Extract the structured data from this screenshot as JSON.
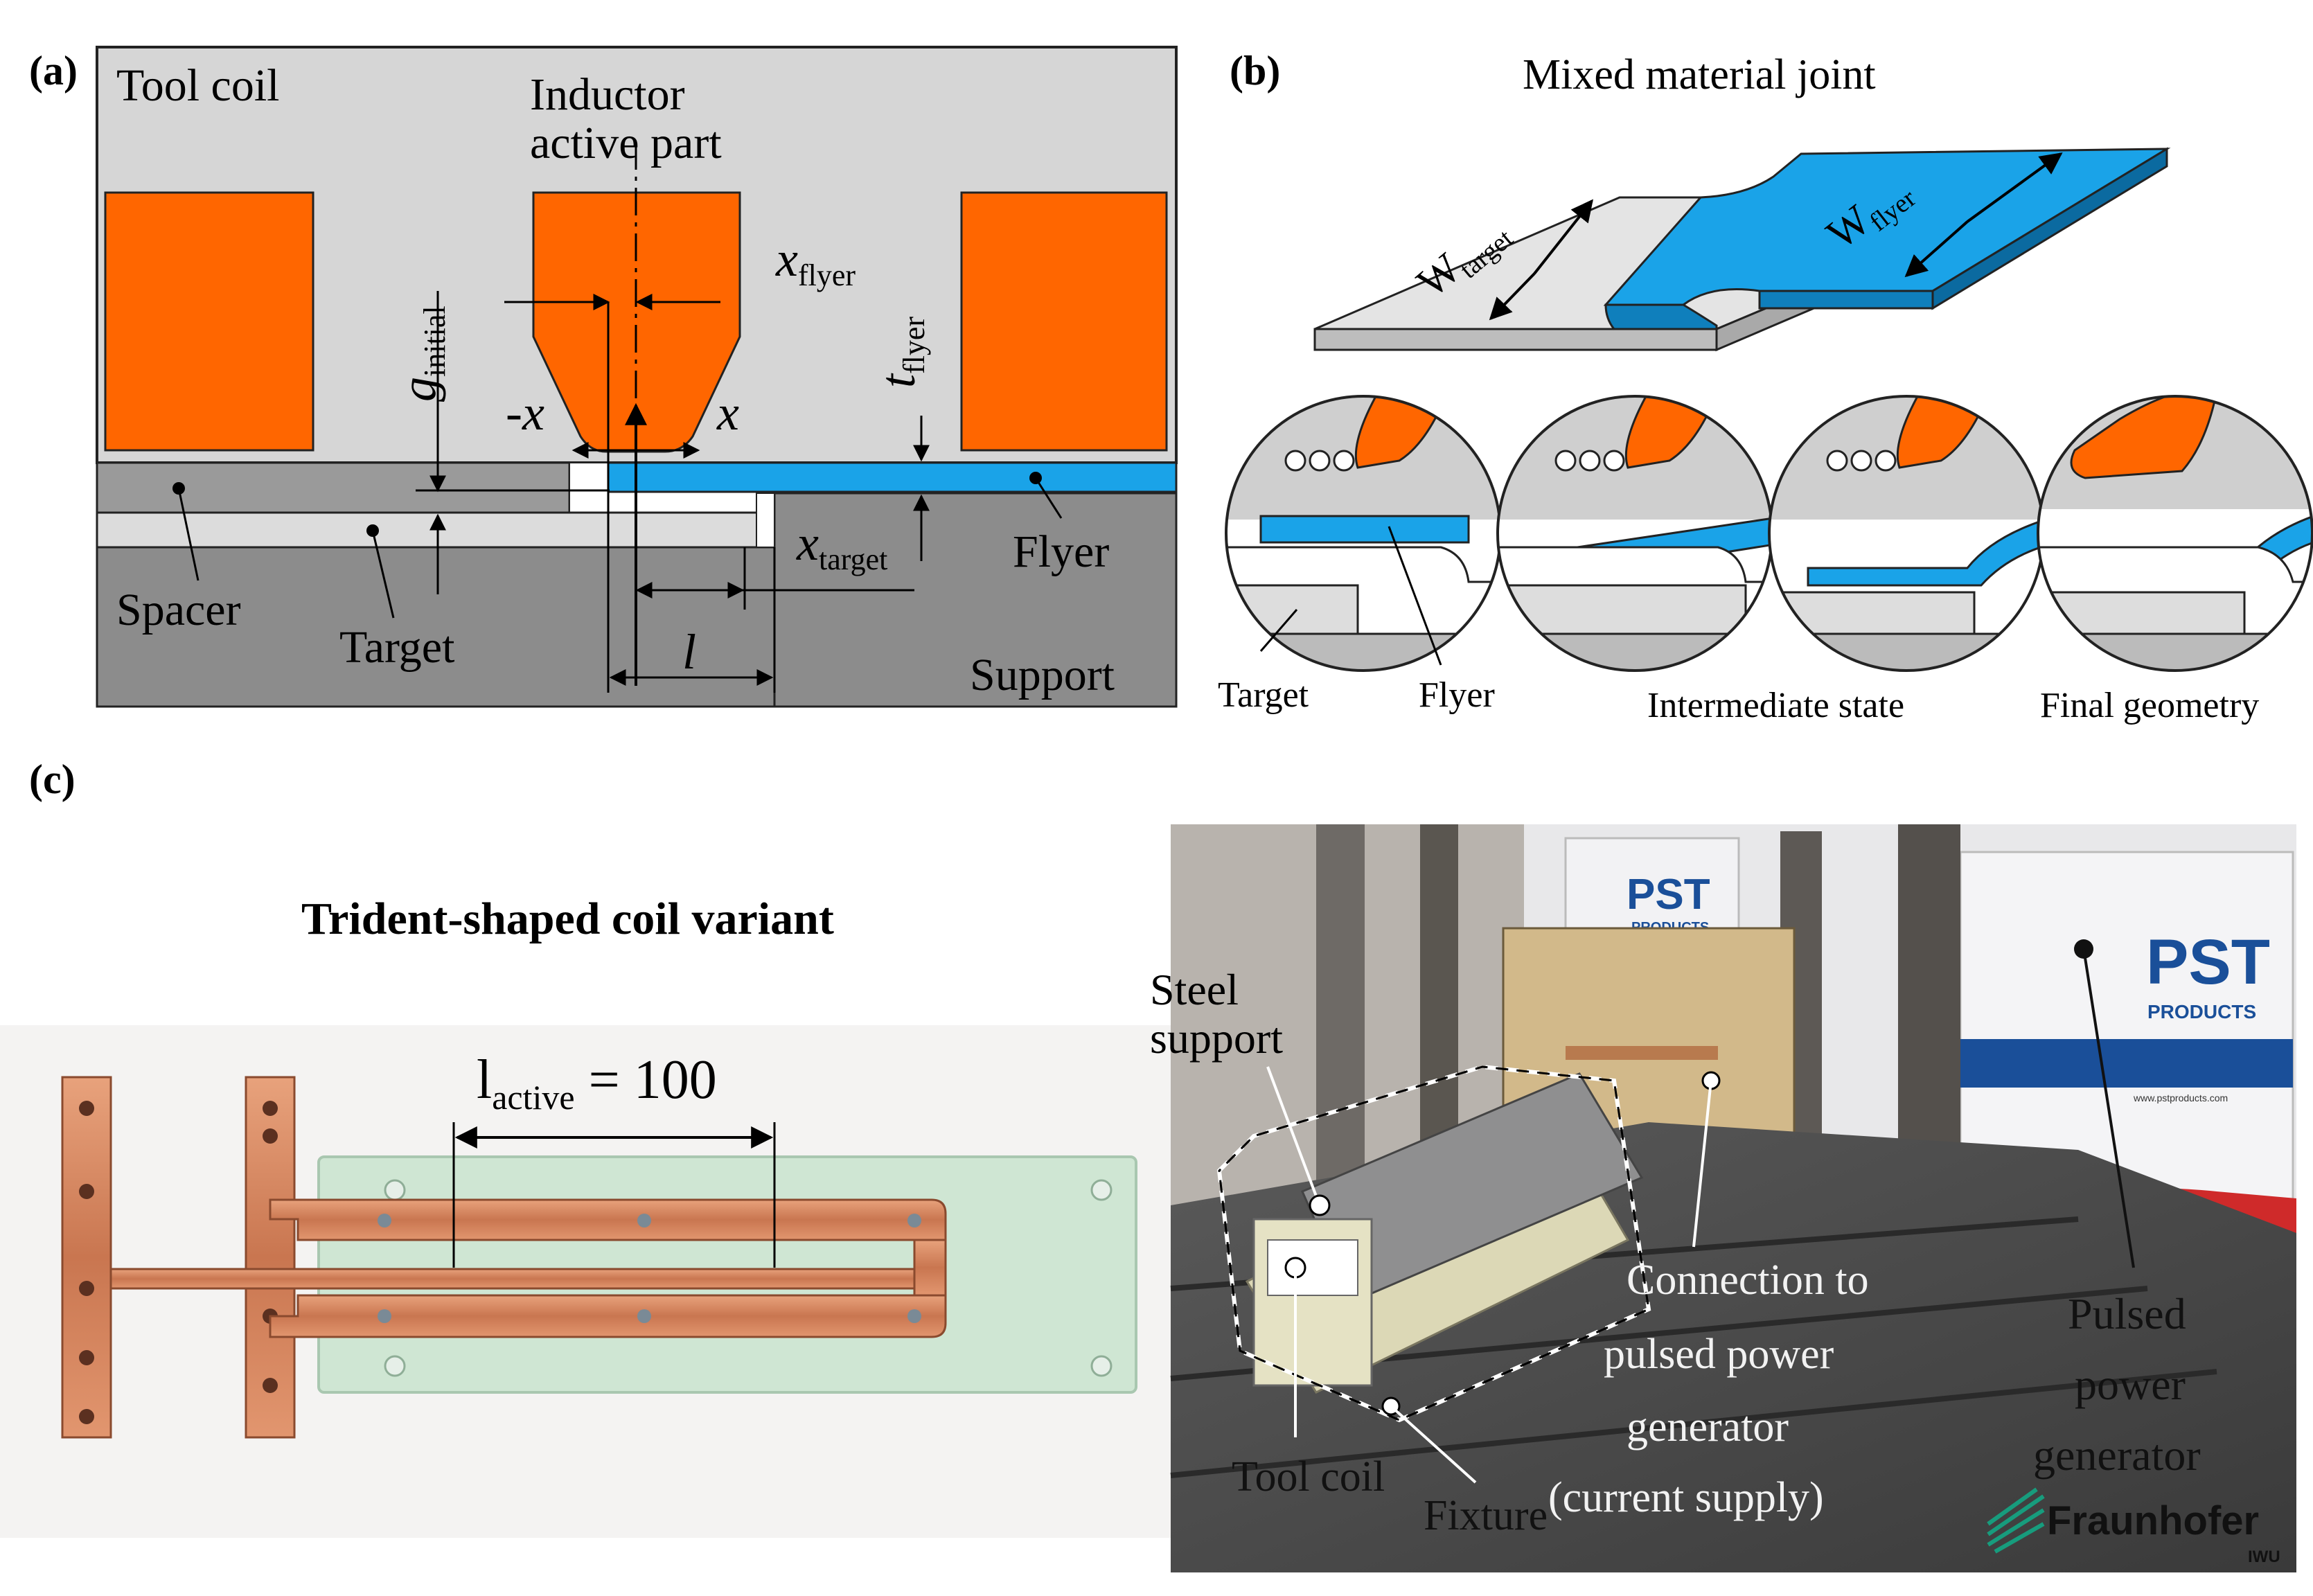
{
  "colors": {
    "coil_orange": "#ff6600",
    "flyer_blue": "#1aa3e8",
    "tool_gray": "#d6d6d6",
    "spacer_gray": "#9a9a9a",
    "target_gray": "#d9d9d9",
    "support_gray": "#8c8c8c",
    "plate_green": "#cfe6d3",
    "copper": "#d88a62"
  },
  "panel_a": {
    "label": "(a)",
    "tool_coil": "Tool coil",
    "inductor_line1": "Inductor",
    "inductor_line2": "active part",
    "x_flyer_main": "x",
    "x_flyer_sub": "flyer",
    "g_main": "g",
    "g_sub": "initial",
    "t_main": "t",
    "t_sub": "flyer",
    "neg_x": "-x",
    "pos_x": "x",
    "x_target_main": "x",
    "x_target_sub": "target",
    "l_label": "l",
    "spacer": "Spacer",
    "target": "Target",
    "flyer": "Flyer",
    "support": "Support"
  },
  "panel_b": {
    "label": "(b)",
    "title": "Mixed material joint",
    "w_target_main": "W",
    "w_target_sub": "target",
    "w_flyer_main": "W",
    "w_flyer_sub": "flyer",
    "target": "Target",
    "flyer": "Flyer",
    "intermediate": "Intermediate state",
    "final": "Final geometry"
  },
  "panel_c": {
    "label": "(c)",
    "title": "Trident-shaped coil variant",
    "l_active_main": "l",
    "l_active_sub": "active",
    "l_active_value": " = 100",
    "steel_support_1": "Steel",
    "steel_support_2": "support",
    "tool_coil": "Tool coil",
    "fixture": "Fixture",
    "connection_1": "Connection to",
    "connection_2": "pulsed power",
    "connection_3": "generator",
    "connection_4": "(current supply)",
    "pulsed_1": "Pulsed",
    "pulsed_2": "power",
    "pulsed_3": "generator",
    "pst_logo": "PST",
    "pst_sub": "PRODUCTS",
    "url": "www.pstproducts.com",
    "fraunhofer": "Fraunhofer",
    "iwu": "IWU"
  }
}
